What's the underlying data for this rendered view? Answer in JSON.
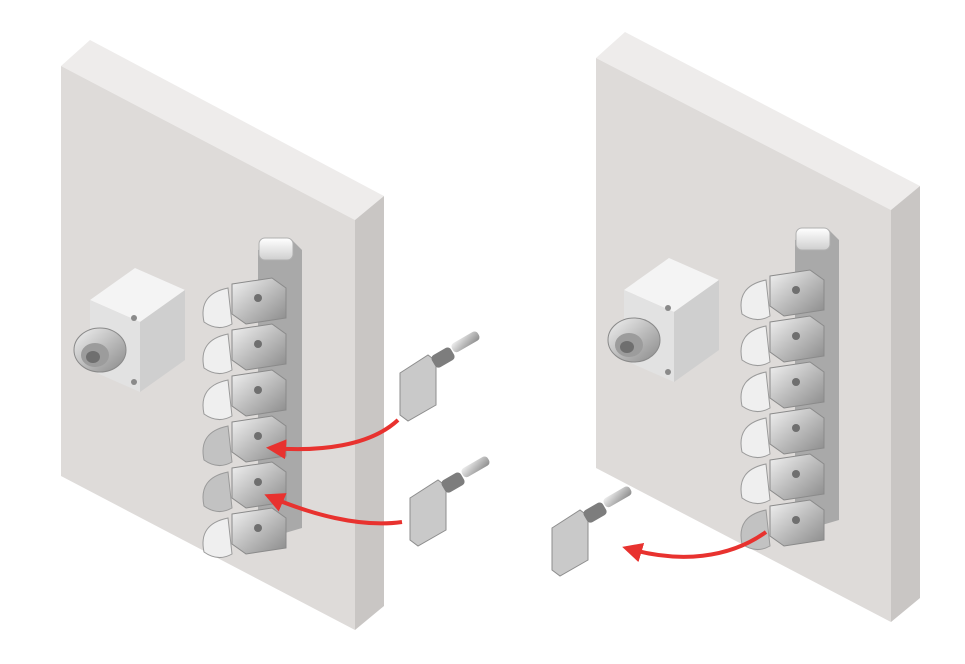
{
  "scene": {
    "background": "#ffffff",
    "panel_front_color": "#dedbd9",
    "panel_side_color": "#c9c6c4",
    "panel_top_color": "#eeeceb",
    "metal_color": "#b9b9b9",
    "metal_dark_color": "#7d7d7d",
    "arrow_color": "#e8322f",
    "left_assembly": {
      "description_icon": "panel-with-key-transfer-block-icon",
      "lock_count": 6,
      "keys_inserting": 2
    },
    "right_assembly": {
      "description_icon": "panel-with-key-transfer-block-icon",
      "lock_count": 6,
      "keys_removing": 1
    }
  }
}
